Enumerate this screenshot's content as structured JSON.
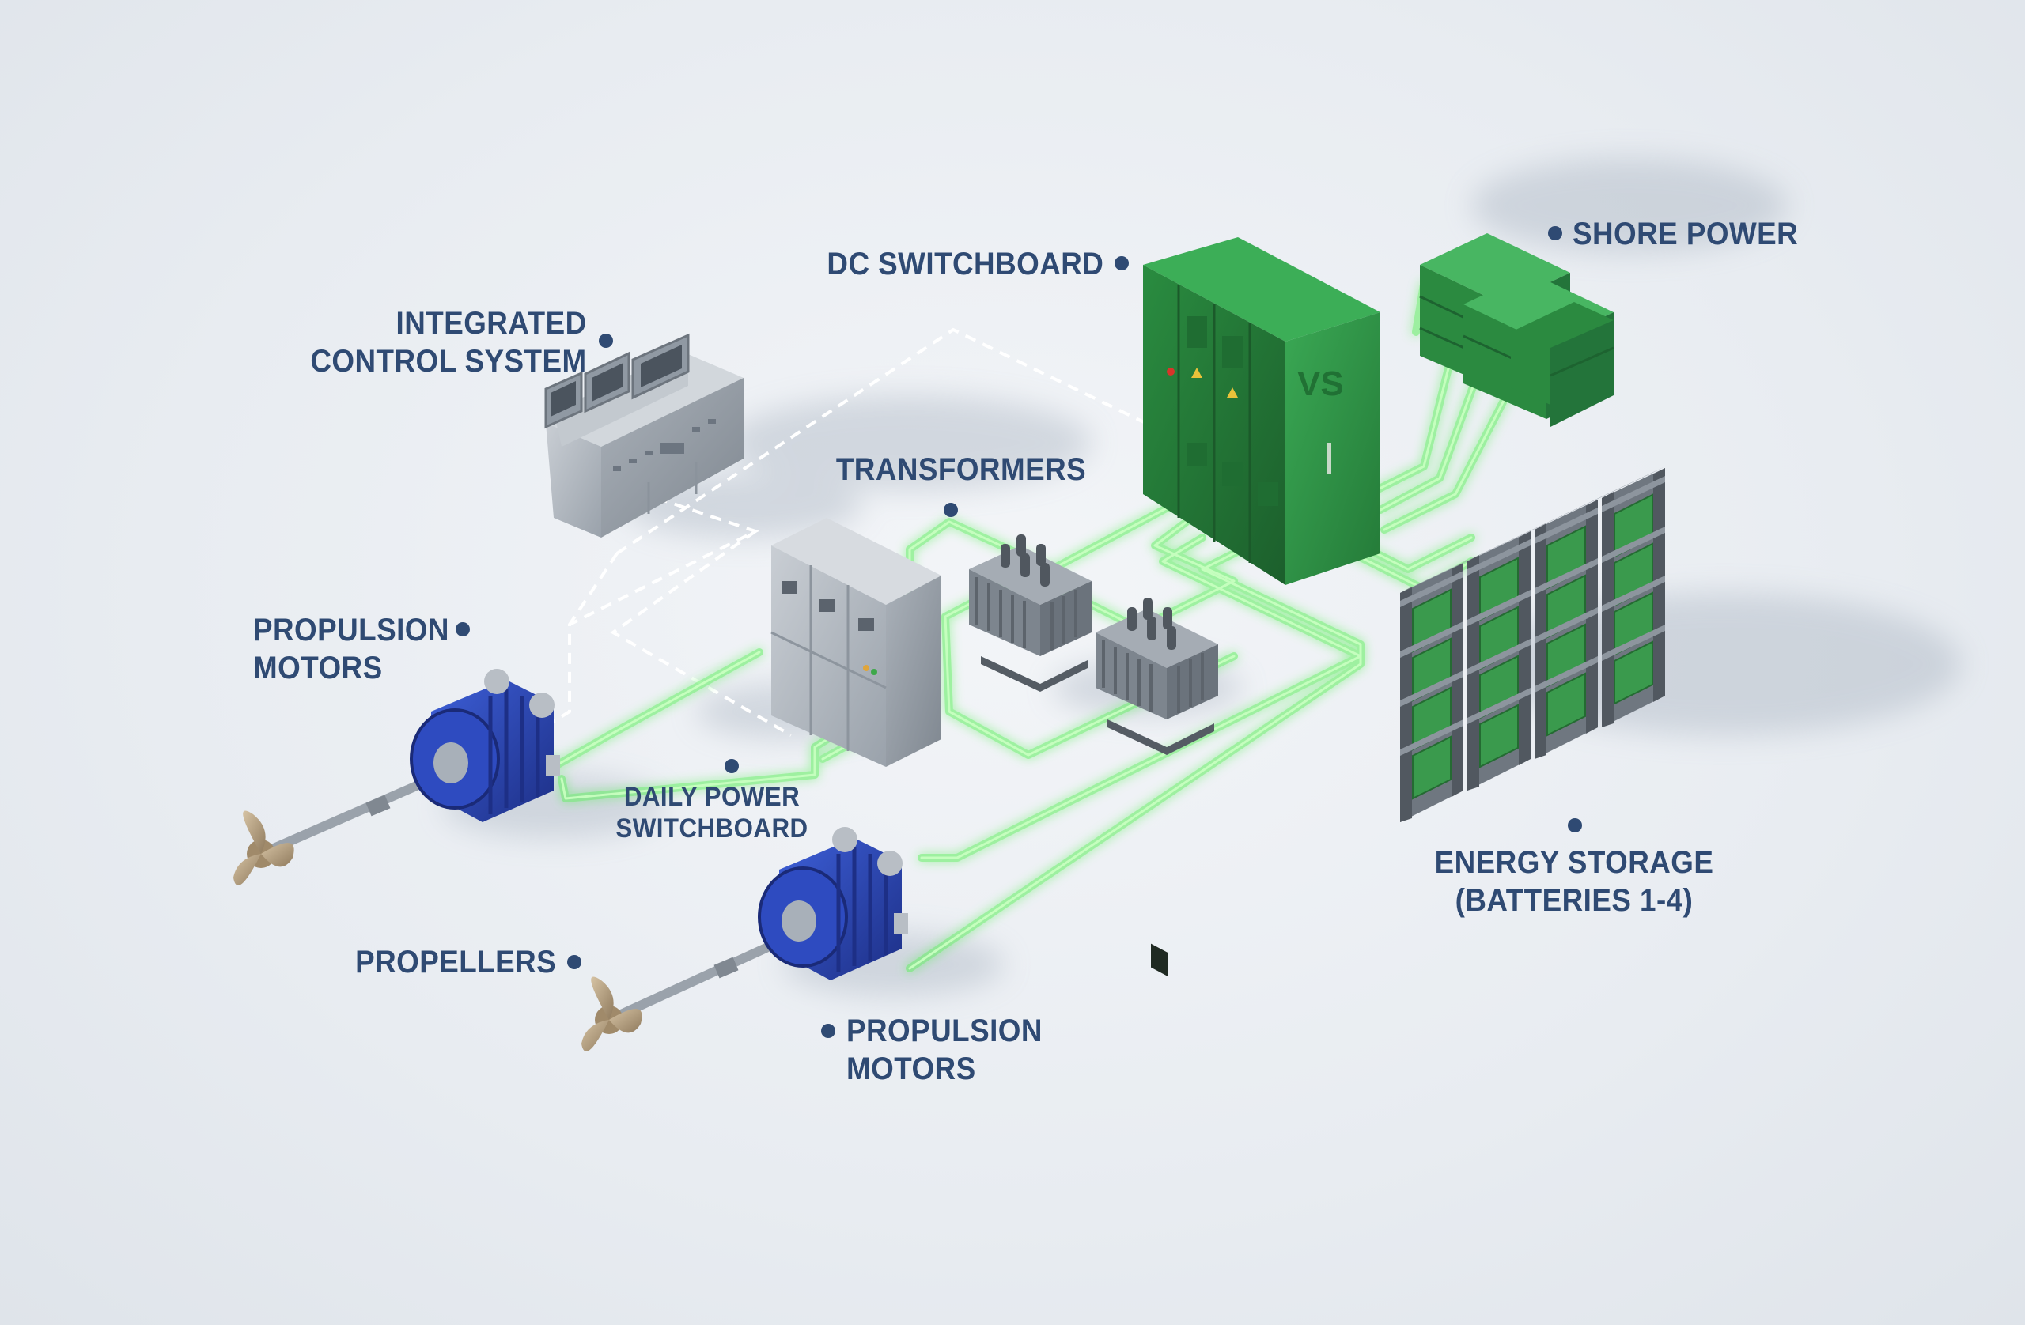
{
  "labels": {
    "integrated_control_system": [
      "INTEGRATED",
      "CONTROL SYSTEM"
    ],
    "dc_switchboard": "DC SWITCHBOARD",
    "shore_power": "SHORE POWER",
    "transformers": "TRANSFORMERS",
    "propulsion_motors_left": [
      "PROPULSION",
      "MOTORS"
    ],
    "daily_power_switchboard": [
      "DAILY POWER",
      "SWITCHBOARD"
    ],
    "propellers": "PROPELLERS",
    "propulsion_motors_right": [
      "PROPULSION",
      "MOTORS"
    ],
    "energy_storage": [
      "ENERGY STORAGE",
      "(BATTERIES 1-4)"
    ]
  },
  "colors": {
    "label": "#2f4a73",
    "cable_glow": "#5cf05c",
    "cable_core": "#d8ffd0",
    "dc_cabinet": "#2f9a47",
    "battery_green": "#3a9a4d",
    "motor_blue": "#2a47b8",
    "steel_grey": "#b5bcc4",
    "dashed_control_line": "#ffffff"
  },
  "icons": {
    "dc_switchboard_logo": "vs-monogram-icon"
  }
}
